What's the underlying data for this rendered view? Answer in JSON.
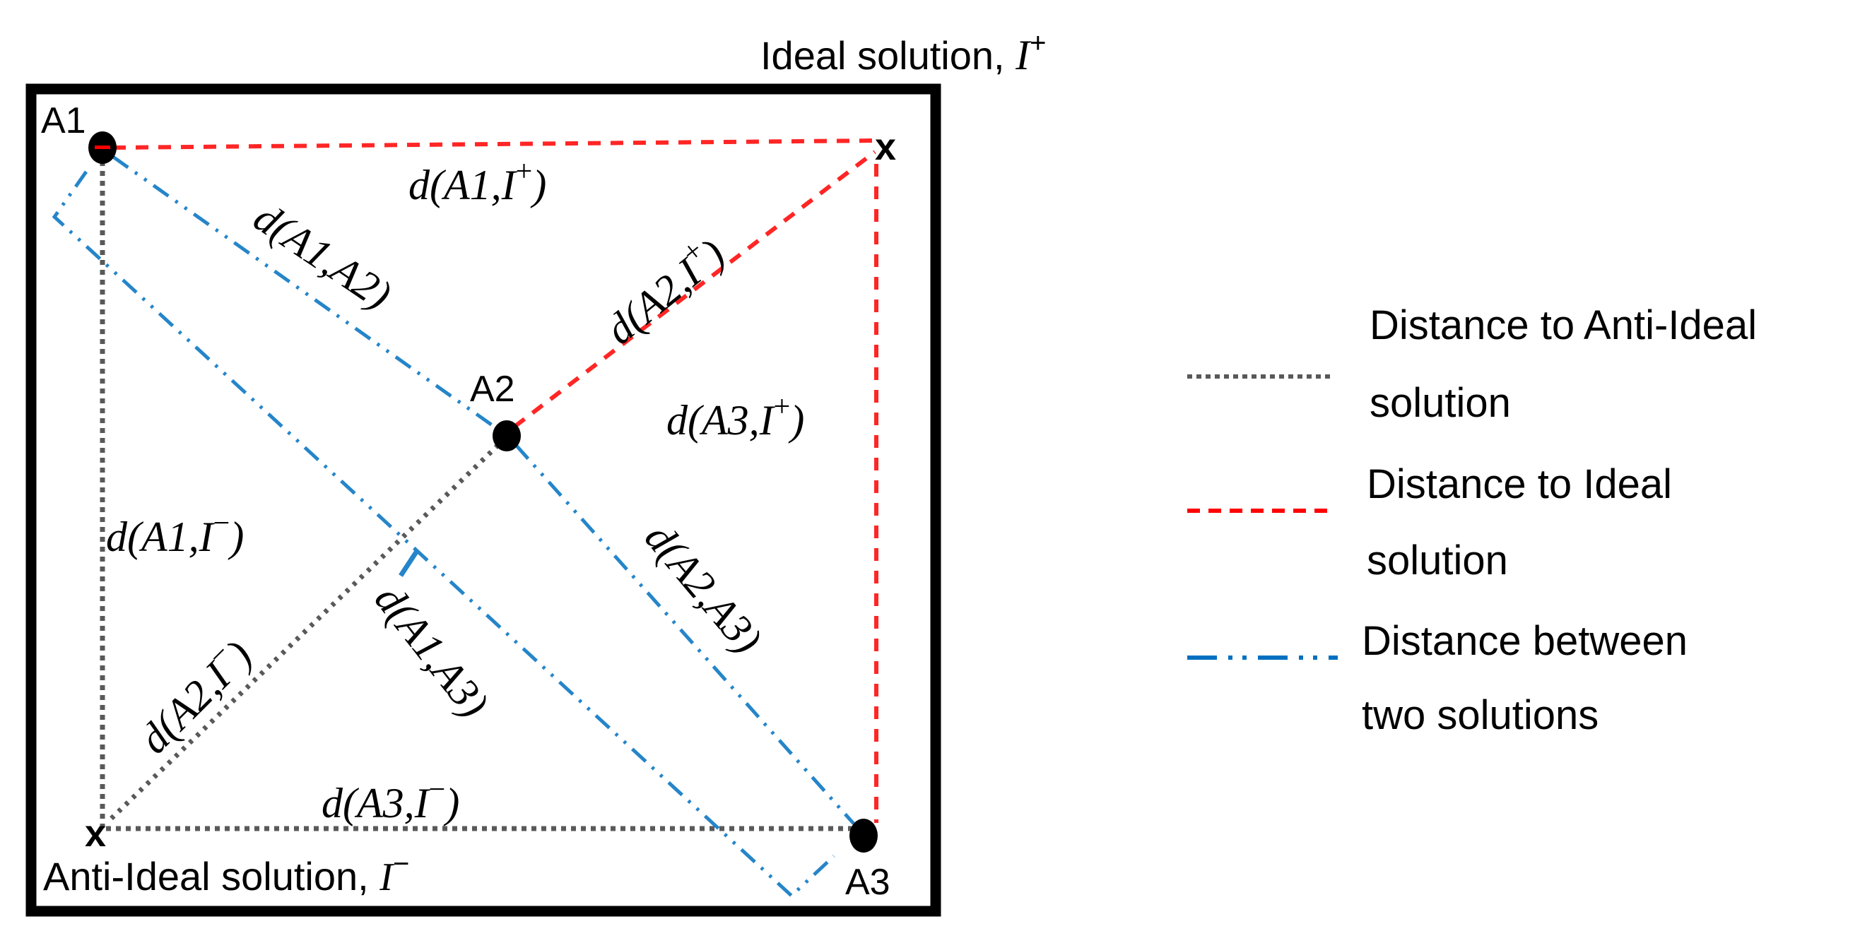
{
  "diagram": {
    "title_top": "Ideal solution, ",
    "title_top_symbol": "I",
    "title_top_sup": "+",
    "title_bottom": "Anti-Ideal solution, ",
    "title_bottom_symbol": "I",
    "title_bottom_sup": "−",
    "points": [
      {
        "id": "A1",
        "label": "A1"
      },
      {
        "id": "A2",
        "label": "A2"
      },
      {
        "id": "A3",
        "label": "A3"
      }
    ],
    "ideal_marker": "x",
    "anti_ideal_marker": "x",
    "distance_labels": {
      "d_A1_Iplus": {
        "pre": "d(A1,",
        "sym": "I",
        "sup": "+",
        "post": ")"
      },
      "d_A2_Iplus": {
        "pre": "d(A2,",
        "sym": "I",
        "sup": "+",
        "post": ")"
      },
      "d_A3_Iplus": {
        "pre": "d(A3,",
        "sym": "I",
        "sup": "+",
        "post": ")"
      },
      "d_A1_Iminus": {
        "pre": "d(A1,",
        "sym": "I",
        "sup": "−",
        "post": ")"
      },
      "d_A2_Iminus": {
        "pre": "d(A2,",
        "sym": "I",
        "sup": "−",
        "post": ")"
      },
      "d_A3_Iminus": {
        "pre": "d(A3,",
        "sym": "I",
        "sup": "−",
        "post": ")"
      },
      "d_A1_A2": "d(A1,A2)",
      "d_A2_A3": "d(A2,A3)",
      "d_A1_A3": "d(A1,A3)"
    }
  },
  "legend": {
    "items": [
      {
        "line": "Distance to Anti-Ideal",
        "line2": "solution",
        "style": "dotted",
        "color": "#595959"
      },
      {
        "line": "Distance to Ideal",
        "line2": "solution",
        "style": "dashed",
        "color": "#FF0000"
      },
      {
        "line": "Distance between",
        "line2": "two solutions",
        "style": "dash-dot-dot",
        "color": "#0070C0"
      }
    ]
  },
  "colors": {
    "frame": "#000000",
    "anti_ideal_line": "#595959",
    "ideal_line": "#FF0000",
    "between_line": "#0070C0",
    "point": "#000000"
  }
}
